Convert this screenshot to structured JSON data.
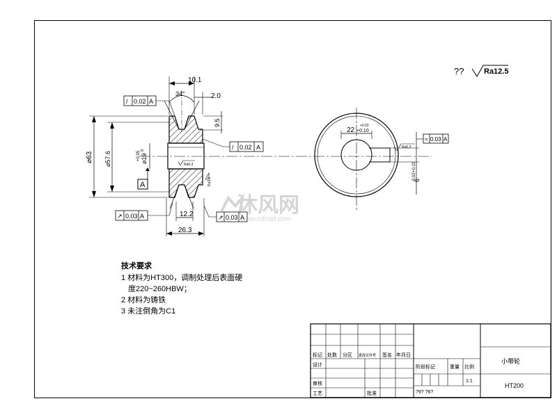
{
  "corner_roughness": {
    "prefix": "??",
    "value": "Ra12.5"
  },
  "dimensions": {
    "top_width": "10.1",
    "angle": "34°",
    "offset": "2.0",
    "depth": "9.5",
    "outer_dia": "⌀63",
    "pitch_dia": "⌀57.6",
    "bore": "⌀19",
    "bore_tol_upper": "+0.05",
    "bore_tol_lower": "0",
    "groove_inner": "12.2",
    "overall_width": "26.3",
    "key_width": "22",
    "key_width_sub": "+0.02",
    "key_depth": "6",
    "key_depth_tol_upper": "+0.10",
    "key_depth_tol_lower": "-0.02",
    "small_roughness": "Ra6.3",
    "small_roughness_right": "Ra3.2"
  },
  "tolerance_frames": {
    "top_left": {
      "symbol": "/",
      "value": "0.02",
      "datum": "A"
    },
    "middle": {
      "symbol": "/",
      "value": "0.02",
      "datum": "A"
    },
    "bottom_left": {
      "symbol": "↗",
      "value": "0.03",
      "datum": "A"
    },
    "bottom_right": {
      "symbol": "↗",
      "value": "0.03",
      "datum": "A"
    },
    "right_view": {
      "symbol": "=",
      "value": "0.03",
      "datum": "A"
    }
  },
  "datum_label": "A",
  "tech_req": {
    "title": "技术要求",
    "line1": "1  材料为HT300，调制处理后表面硬",
    "line2": "度220~260HBW；",
    "line3": "2  材料为铸铁",
    "line4": "3  未注倒角为C1"
  },
  "watermark": {
    "brand": "沐风网",
    "url": "www.mfcad.com"
  },
  "title_block": {
    "headers": [
      "标记",
      "处数",
      "分区",
      "更改文件号",
      "签名",
      "年月日"
    ],
    "design": "设计",
    "review": "审核",
    "process": "工艺",
    "approve": "批准",
    "stage_mark": "阶段标记",
    "weight": "重量",
    "scale": "比例",
    "scale_value": "1:1",
    "sheet_info": "?9? ?6?",
    "part_name": "小带轮",
    "material": "HT200"
  }
}
